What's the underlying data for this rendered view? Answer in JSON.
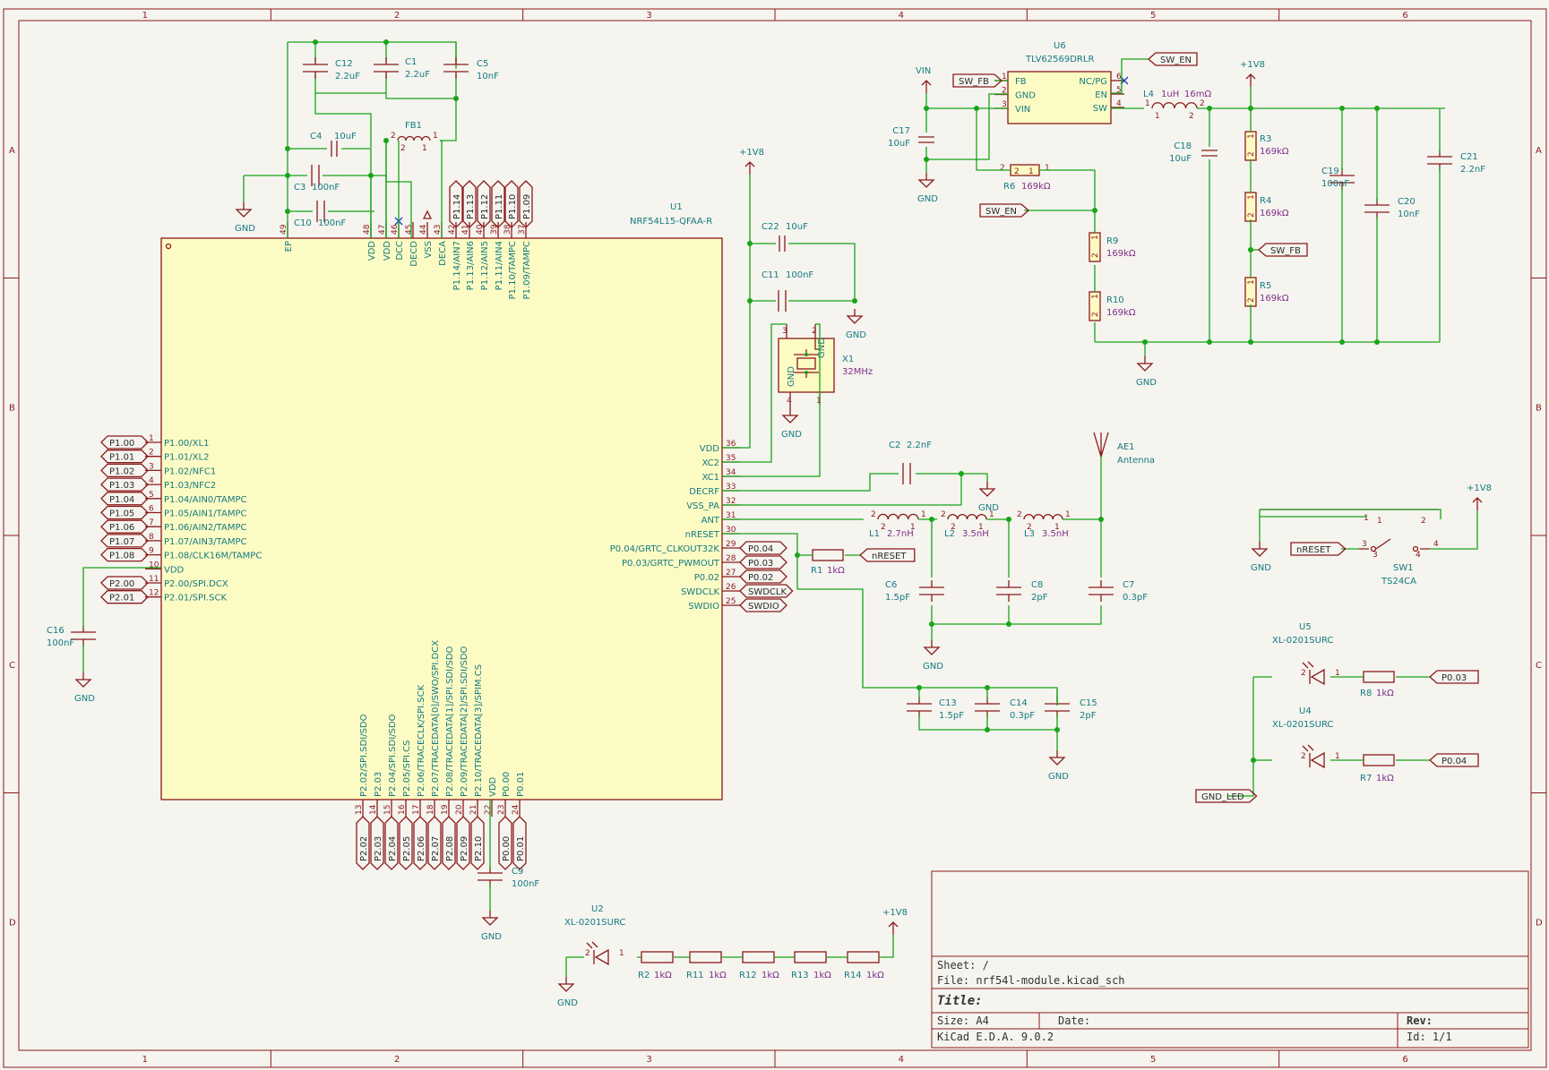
{
  "sheet": {
    "columns": [
      "1",
      "2",
      "3",
      "4",
      "5",
      "6"
    ],
    "rows": [
      "A",
      "B",
      "C",
      "D"
    ]
  },
  "title_block": {
    "sheet": "Sheet: /",
    "file": "File: nrf54l-module.kicad_sch",
    "title": "Title:",
    "size": "Size: A4",
    "date": "Date:",
    "rev": "Rev:",
    "tool": "KiCad E.D.A. 9.0.2",
    "id": "Id: 1/1"
  },
  "u1": {
    "ref": "U1",
    "value": "NRF54L15-QFAA-R",
    "left_pins": [
      {
        "num": "1",
        "name": "P1.00/XL1",
        "net": "P1.00"
      },
      {
        "num": "2",
        "name": "P1.01/XL2",
        "net": "P1.01"
      },
      {
        "num": "3",
        "name": "P1.02/NFC1",
        "net": "P1.02"
      },
      {
        "num": "4",
        "name": "P1.03/NFC2",
        "net": "P1.03"
      },
      {
        "num": "5",
        "name": "P1.04/AIN0/TAMPC",
        "net": "P1.04"
      },
      {
        "num": "6",
        "name": "P1.05/AIN1/TAMPC",
        "net": "P1.05"
      },
      {
        "num": "7",
        "name": "P1.06/AIN2/TAMPC",
        "net": "P1.06"
      },
      {
        "num": "8",
        "name": "P1.07/AIN3/TAMPC",
        "net": "P1.07"
      },
      {
        "num": "9",
        "name": "P1.08/CLK16M/TAMPC",
        "net": "P1.08"
      },
      {
        "num": "10",
        "name": "VDD",
        "net": ""
      },
      {
        "num": "11",
        "name": "P2.00/SPI.DCX",
        "net": "P2.00"
      },
      {
        "num": "12",
        "name": "P2.01/SPI.SCK",
        "net": "P2.01"
      }
    ],
    "right_pins": [
      {
        "num": "36",
        "name": "VDD",
        "net": ""
      },
      {
        "num": "35",
        "name": "XC2",
        "net": ""
      },
      {
        "num": "34",
        "name": "XC1",
        "net": ""
      },
      {
        "num": "33",
        "name": "DECRF",
        "net": ""
      },
      {
        "num": "32",
        "name": "VSS_PA",
        "net": ""
      },
      {
        "num": "31",
        "name": "ANT",
        "net": ""
      },
      {
        "num": "30",
        "name": "nRESET",
        "net": ""
      },
      {
        "num": "29",
        "name": "P0.04/GRTC_CLKOUT32K",
        "net": "P0.04"
      },
      {
        "num": "28",
        "name": "P0.03/GRTC_PWMOUT",
        "net": "P0.03"
      },
      {
        "num": "27",
        "name": "P0.02",
        "net": "P0.02"
      },
      {
        "num": "26",
        "name": "SWDCLK",
        "net": "SWDCLK"
      },
      {
        "num": "25",
        "name": "SWDIO",
        "net": "SWDIO"
      }
    ],
    "top_pins": [
      {
        "num": "49",
        "name": "EP",
        "net": ""
      },
      {
        "num": "48",
        "name": "VDD",
        "net": ""
      },
      {
        "num": "47",
        "name": "VDD",
        "net": ""
      },
      {
        "num": "46",
        "name": "DCC",
        "net": ""
      },
      {
        "num": "45",
        "name": "DECD",
        "net": ""
      },
      {
        "num": "44",
        "name": "VSS",
        "net": ""
      },
      {
        "num": "43",
        "name": "DECA",
        "net": ""
      },
      {
        "num": "42",
        "name": "P1.14/AIN7",
        "net": "P1.14"
      },
      {
        "num": "41",
        "name": "P1.13/AIN6",
        "net": "P1.13"
      },
      {
        "num": "40",
        "name": "P1.12/AIN5",
        "net": "P1.12"
      },
      {
        "num": "39",
        "name": "P1.11/AIN4",
        "net": "P1.11"
      },
      {
        "num": "38",
        "name": "P1.10/TAMPC",
        "net": "P1.10"
      },
      {
        "num": "37",
        "name": "P1.09/TAMPC",
        "net": "P1.09"
      }
    ],
    "bottom_pins": [
      {
        "num": "13",
        "name": "P2.02/SPI.SDI/SDO",
        "net": "P2.02"
      },
      {
        "num": "14",
        "name": "P2.03",
        "net": "P2.03"
      },
      {
        "num": "15",
        "name": "P2.04/SPI.SDI/SDO",
        "net": "P2.04"
      },
      {
        "num": "16",
        "name": "P2.05/SPI.CS",
        "net": "P2.05"
      },
      {
        "num": "17",
        "name": "P2.06/TRACECLK/SPI.SCK",
        "net": "P2.06"
      },
      {
        "num": "18",
        "name": "P2.07/TRACEDATA[0]/SWO/SPI.DCX",
        "net": "P2.07"
      },
      {
        "num": "19",
        "name": "P2.08/TRACEDATA[1]/SPI.SDI/SDO",
        "net": "P2.08"
      },
      {
        "num": "20",
        "name": "P2.09/TRACEDATA[2]/SPI.SDI/SDO",
        "net": "P2.09"
      },
      {
        "num": "21",
        "name": "P2.10/TRACEDATA[3]/SPIM.CS",
        "net": "P2.10"
      },
      {
        "num": "22",
        "name": "VDD",
        "net": ""
      },
      {
        "num": "23",
        "name": "P0.00",
        "net": "P0.00"
      },
      {
        "num": "24",
        "name": "P0.01",
        "net": "P0.01"
      }
    ]
  },
  "caps": [
    {
      "ref": "C12",
      "value": "2.2uF"
    },
    {
      "ref": "C1",
      "value": "2.2uF"
    },
    {
      "ref": "C5",
      "value": "10nF"
    },
    {
      "ref": "C4",
      "value": "10uF"
    },
    {
      "ref": "C3",
      "value": "100nF"
    },
    {
      "ref": "C10",
      "value": "100nF"
    },
    {
      "ref": "C22",
      "value": "10uF"
    },
    {
      "ref": "C11",
      "value": "100nF"
    },
    {
      "ref": "C2",
      "value": "2.2nF"
    },
    {
      "ref": "C16",
      "value": "100nF"
    },
    {
      "ref": "C9",
      "value": "100nF"
    },
    {
      "ref": "C17",
      "value": "10uF"
    },
    {
      "ref": "C18",
      "value": "10uF"
    },
    {
      "ref": "C19",
      "value": "100nF"
    },
    {
      "ref": "C20",
      "value": "10nF"
    },
    {
      "ref": "C21",
      "value": "2.2nF"
    },
    {
      "ref": "C6",
      "value": "1.5pF"
    },
    {
      "ref": "C8",
      "value": "2pF"
    },
    {
      "ref": "C7",
      "value": "0.3pF"
    },
    {
      "ref": "C13",
      "value": "1.5pF"
    },
    {
      "ref": "C14",
      "value": "0.3pF"
    },
    {
      "ref": "C15",
      "value": "2pF"
    }
  ],
  "inductors": [
    {
      "ref": "FB1",
      "value": ""
    },
    {
      "ref": "L1",
      "value": "2.7nH"
    },
    {
      "ref": "L2",
      "value": "3.5nH"
    },
    {
      "ref": "L3",
      "value": "3.5nH"
    },
    {
      "ref": "L4",
      "value": "1uH",
      "extra": "16mΩ"
    }
  ],
  "resistors": [
    {
      "ref": "R1",
      "value": "1kΩ"
    },
    {
      "ref": "R3",
      "value": "169kΩ"
    },
    {
      "ref": "R4",
      "value": "169kΩ"
    },
    {
      "ref": "R5",
      "value": "169kΩ"
    },
    {
      "ref": "R6",
      "value": "169kΩ"
    },
    {
      "ref": "R9",
      "value": "169kΩ"
    },
    {
      "ref": "R10",
      "value": "169kΩ"
    },
    {
      "ref": "R8",
      "value": "1kΩ"
    },
    {
      "ref": "R7",
      "value": "1kΩ"
    },
    {
      "ref": "R2",
      "value": "1kΩ"
    },
    {
      "ref": "R11",
      "value": "1kΩ"
    },
    {
      "ref": "R12",
      "value": "1kΩ"
    },
    {
      "ref": "R13",
      "value": "1kΩ"
    },
    {
      "ref": "R14",
      "value": "1kΩ"
    }
  ],
  "u6": {
    "ref": "U6",
    "value": "TLV62569DRLR",
    "pins": [
      {
        "num": "1",
        "name": "FB"
      },
      {
        "num": "2",
        "name": "GND"
      },
      {
        "num": "3",
        "name": "VIN"
      },
      {
        "num": "6",
        "name": "NC/PG"
      },
      {
        "num": "5",
        "name": "EN"
      },
      {
        "num": "4",
        "name": "SW"
      }
    ]
  },
  "x1": {
    "ref": "X1",
    "value": "32MHz",
    "pin_gnd": "GND"
  },
  "ae1": {
    "ref": "AE1",
    "value": "Antenna"
  },
  "sw1": {
    "ref": "SW1",
    "value": "TS24CA"
  },
  "leds": [
    {
      "ref": "U5",
      "value": "XL-0201SURC"
    },
    {
      "ref": "U4",
      "value": "XL-0201SURC"
    },
    {
      "ref": "U2",
      "value": "XL-0201SURC"
    }
  ],
  "power": {
    "gnd": "GND",
    "v1v8": "+1V8",
    "vin": "VIN"
  },
  "labels": {
    "sw_fb": "SW_FB",
    "sw_en": "SW_EN",
    "nreset": "nRESET",
    "p003": "P0.03",
    "p004": "P0.04",
    "gnd_led": "GND_LED"
  }
}
